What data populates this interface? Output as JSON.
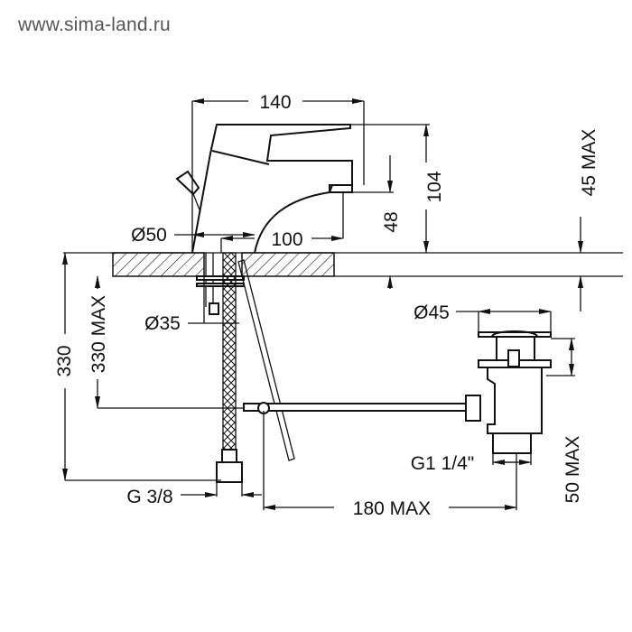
{
  "watermark": "www.sima-land.ru",
  "dimensions": {
    "width_140": "140",
    "height_104": "104",
    "height_48": "48",
    "slab_45max": "45 MAX",
    "dia_50": "Ø50",
    "reach_100": "100",
    "dia_35": "Ø35",
    "depth_330": "330",
    "depth_330max": "330 MAX",
    "dia_45": "Ø45",
    "drain_50max": "50 MAX",
    "thread_g114": "G1 1/4\"",
    "thread_g38": "G 3/8",
    "rod_180max": "180 MAX"
  }
}
